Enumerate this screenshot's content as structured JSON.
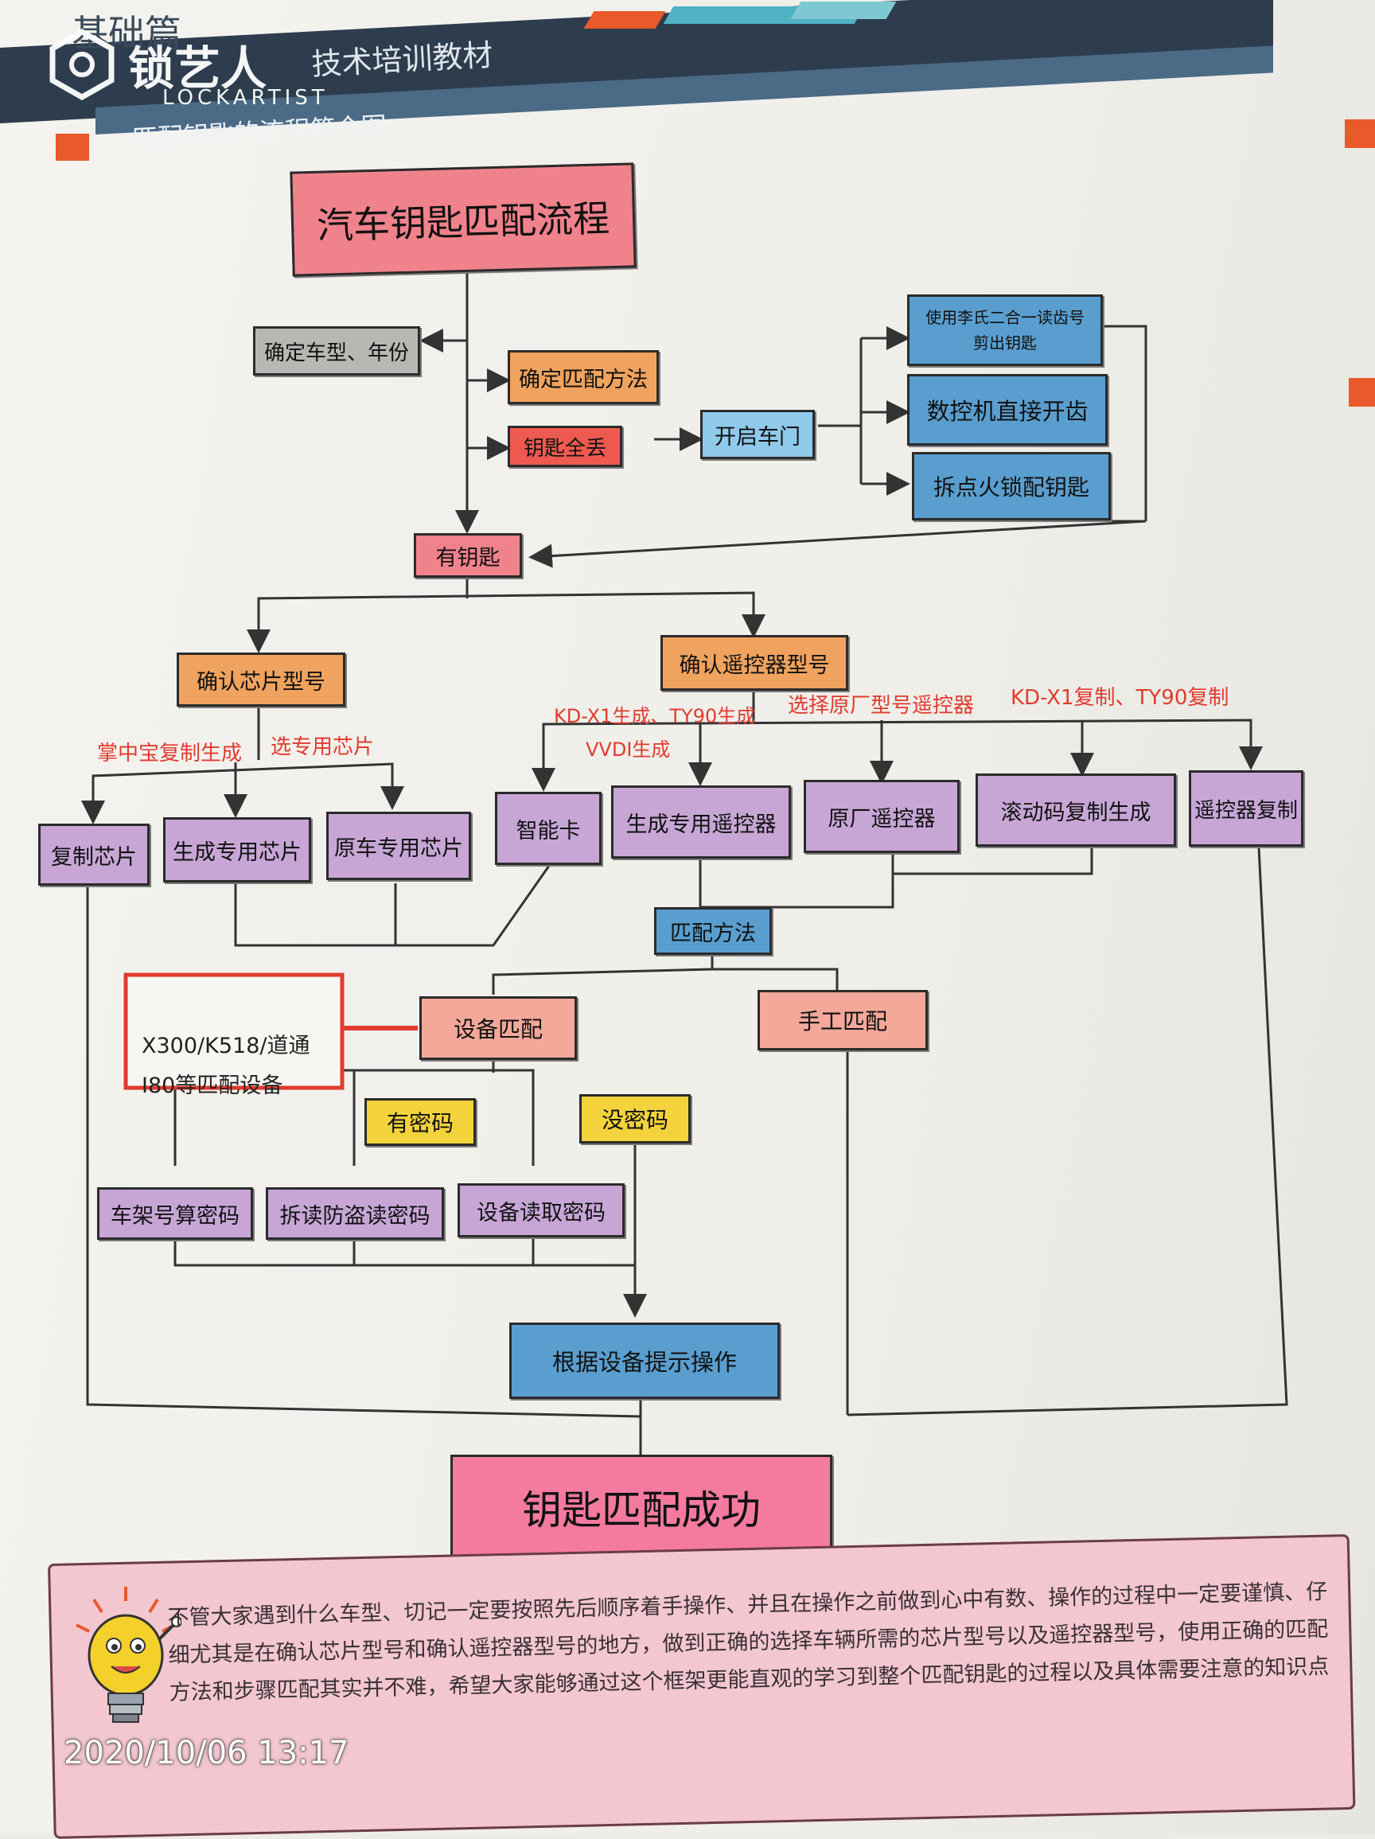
{
  "header": {
    "series": "基础篇",
    "brand_cn": "锁艺人",
    "brand_en": "LOCKARTIST",
    "book_title": "技术培训教材",
    "section_title": "匹配钥匙的流程简介图"
  },
  "flowchart": {
    "title": "汽车钥匙匹配流程",
    "nodes": {
      "confirm_model": "确定车型、年份",
      "confirm_method": "确定匹配方法",
      "all_keys_lost": "钥匙全丢",
      "open_door": "开启车门",
      "li_tool": "使用李氏二合一读齿号\n剪出钥匙",
      "cnc_cut": "数控机直接开齿",
      "disassemble": "拆点火锁配钥匙",
      "has_key": "有钥匙",
      "confirm_chip": "确认芯片型号",
      "confirm_remote": "确认遥控器型号",
      "copy_chip": "复制芯片",
      "gen_chip": "生成专用芯片",
      "orig_chip": "原车专用芯片",
      "smart_card": "智能卡",
      "gen_remote": "生成专用遥控器",
      "orig_remote": "原厂遥控器",
      "rolling_code": "滚动码复制生成",
      "remote_copy": "遥控器复制",
      "match_method": "匹配方法",
      "device_match": "设备匹配",
      "manual_match": "手工匹配",
      "device_note": "X300/K518/道通\nI80等匹配设备",
      "has_pin": "有密码",
      "no_pin": "没密码",
      "vin_calc": "车架号算密码",
      "disassemble_read": "拆读防盗读密码",
      "device_read": "设备读取密码",
      "follow_device": "根据设备提示操作",
      "success": "钥匙匹配成功"
    },
    "edge_labels": {
      "handheld_copy": "掌中宝复制生成",
      "select_chip": "选专用芯片",
      "kd_ty90_gen": "KD-X1生成、TY90生成",
      "vvdi_gen": "VVDI生成",
      "select_orig_remote": "选择原厂型号遥控器",
      "kd_ty90_copy": "KD-X1复制、TY90复制"
    }
  },
  "note": {
    "text": "不管大家遇到什么车型、切记一定要按照先后顺序着手操作、并且在操作之前做到心中有数、操作的过程中一定要谨慎、仔细尤其是在确认芯片型号和确认遥控器型号的地方，做到正确的选择车辆所需的芯片型号以及遥控器型号，使用正确的匹配方法和步骤匹配其实并不难，希望大家能够通过这个框架更能直观的学习到整个匹配钥匙的过程以及具体需要注意的知识点"
  },
  "timestamp": "2020/10/06 13:17",
  "colors": {
    "title_red": "#f0828c",
    "orange": "#f0a35e",
    "blue": "#5a9ecf",
    "purple": "#c7a6d6",
    "yellow": "#f4d23c",
    "success_pink": "#f57aa0",
    "label_red": "#e23b2f"
  },
  "icons": [
    "lightbulb-mascot-icon",
    "lockartist-logo-icon"
  ]
}
